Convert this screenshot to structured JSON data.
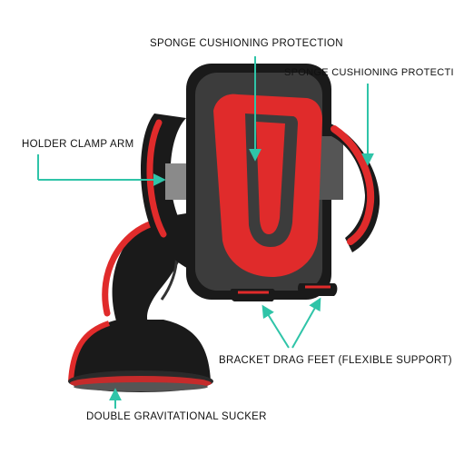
{
  "labels": {
    "sponge_top": "SPONGE CUSHIONING PROTECTION",
    "sponge_right": "SPONGE CUSHIONING PROTECTION",
    "clamp_arm": "HOLDER CLAMP ARM",
    "drag_feet": "BRACKET DRAG FEET (FLEXIBLE SUPPORT)",
    "sucker": "DOUBLE GRAVITATIONAL SUCKER"
  },
  "colors": {
    "accent_red": "#e02b2b",
    "body_black": "#1a1a1a",
    "body_gray": "#3c3c3c",
    "arrow_teal": "#2fc4a8"
  }
}
